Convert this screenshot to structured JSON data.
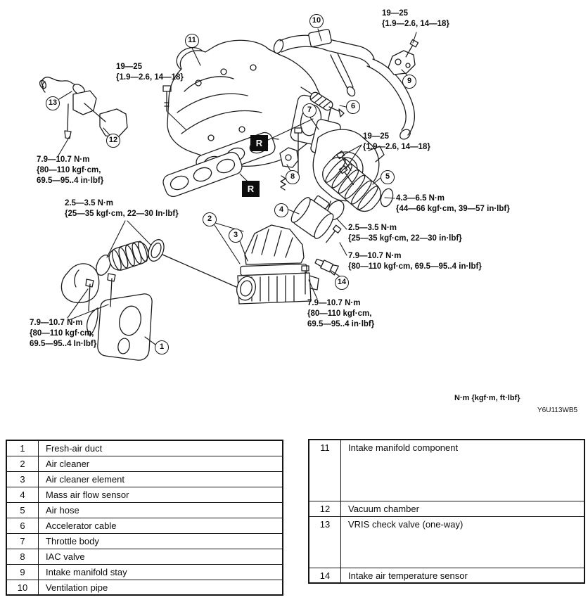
{
  "diagram": {
    "callouts": [
      "1",
      "2",
      "3",
      "4",
      "5",
      "6",
      "7",
      "8",
      "9",
      "10",
      "11",
      "12",
      "13",
      "14"
    ],
    "r_marker": "R",
    "torque_labels": [
      {
        "id": "top-right-bolt",
        "text": "19—25\n{1.9—2.6, 14—18}"
      },
      {
        "id": "upper-left-bolt",
        "text": "19—25\n{1.9—2.6, 14—18}"
      },
      {
        "id": "vacuum-chamber-bolt",
        "text": "7.9—10.7 N·m\n{80—110 kgf·cm,\n69.5—95..4 in·lbf}"
      },
      {
        "id": "throttle-bolts",
        "text": "19—25\n{1.9—2.6, 14—18}"
      },
      {
        "id": "air-hose-clamp",
        "text": "4.3—6.5 N·m\n{44—66 kgf·cm, 39—57 in·lbf}"
      },
      {
        "id": "duct-clamps",
        "text": "2.5—3.5 N·m\n{25—35 kgf·cm, 22—30 In·lbf}"
      },
      {
        "id": "maf-clamp",
        "text": "2.5—3.5 N·m\n{25—35 kgf·cm, 22—30 in·lbf}"
      },
      {
        "id": "air-cleaner-bolt",
        "text": "7.9—10.7 N·m\n{80—110 kgf·cm, 69.5—95..4 in·lbf}"
      },
      {
        "id": "air-cleaner-lower-bolt",
        "text": "7.9—10.7 N·m\n{80—110 kgf·cm,\n69.5—95..4 in·lbf}"
      },
      {
        "id": "fresh-air-duct-bolts",
        "text": "7.9—10.7 N·m\n{80—110 kgf·cm,\n69.5—95..4 In·lbf}"
      }
    ],
    "units_note": "N·m {kgf·m, ft·lbf}",
    "figure_code": "Y6U113WB5"
  },
  "left_table": {
    "rows": [
      {
        "no": "1",
        "name": "Fresh-air duct"
      },
      {
        "no": "2",
        "name": "Air cleaner"
      },
      {
        "no": "3",
        "name": "Air cleaner element"
      },
      {
        "no": "4",
        "name": "Mass air flow sensor"
      },
      {
        "no": "5",
        "name": "Air hose"
      },
      {
        "no": "6",
        "name": "Accelerator cable"
      },
      {
        "no": "7",
        "name": "Throttle body"
      },
      {
        "no": "8",
        "name": "IAC valve"
      },
      {
        "no": "9",
        "name": "Intake manifold stay"
      },
      {
        "no": "10",
        "name": "Ventilation pipe"
      }
    ]
  },
  "right_table": {
    "rows": [
      {
        "no": "11",
        "name": "Intake manifold component"
      },
      {
        "no": "12",
        "name": "Vacuum chamber"
      },
      {
        "no": "13",
        "name": "VRIS check valve (one-way)"
      },
      {
        "no": "14",
        "name": "Intake air temperature sensor"
      }
    ]
  }
}
